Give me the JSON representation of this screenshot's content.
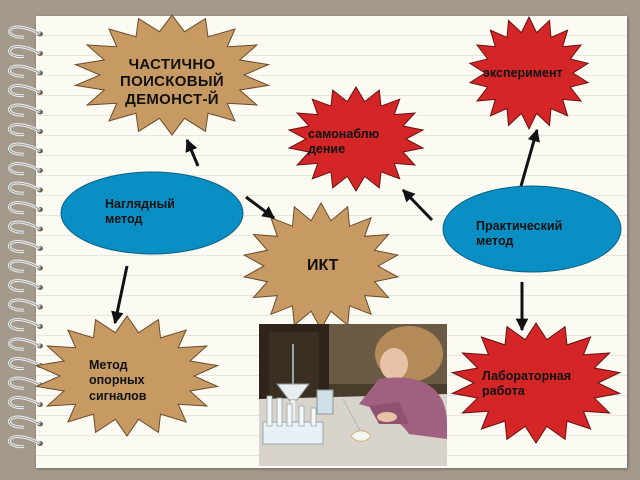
{
  "colors": {
    "star_red": "#d42527",
    "star_tan": "#c79a63",
    "ellipse_blue": "#0a8fc4",
    "arrow": "#111111",
    "page_background": "#a39a8c",
    "paper": "#fbfbf4"
  },
  "nodes": {
    "partial_search": {
      "text": "ЧАСТИЧНО ПОИСКОВЫЙ ДЕМОНСТ-Й",
      "line1": "ЧАСТИЧНО",
      "line2": "ПОИСКОВЫЙ",
      "line3": "ДЕМОНСТ-Й"
    },
    "experiment": {
      "text": "эксперимент"
    },
    "self_observation": {
      "text": "самонаблюдение",
      "line1": "самонаблю",
      "line2": "дение"
    },
    "visual_method": {
      "text": "Наглядный метод",
      "line1": "Наглядный",
      "line2": "метод"
    },
    "practical_method": {
      "text": "Практический метод",
      "line1": "Практический",
      "line2": "метод"
    },
    "ikt": {
      "text": "ИКТ"
    },
    "reference_signals": {
      "text": "Метод опорных сигналов",
      "line1": "Метод",
      "line2": "опорных",
      "line3": "сигналов"
    },
    "lab_work": {
      "text": "Лабораторная работа",
      "line1": "Лабораторная",
      "line2": "работа"
    }
  },
  "edges": [
    {
      "from": "visual_method",
      "to": "partial_search"
    },
    {
      "from": "visual_method",
      "to": "ikt"
    },
    {
      "from": "visual_method",
      "to": "reference_signals"
    },
    {
      "from": "practical_method",
      "to": "self_observation"
    },
    {
      "from": "practical_method",
      "to": "experiment"
    },
    {
      "from": "practical_method",
      "to": "lab_work"
    }
  ],
  "photo": {
    "subject": "girl doing a chemistry experiment with test tubes"
  }
}
